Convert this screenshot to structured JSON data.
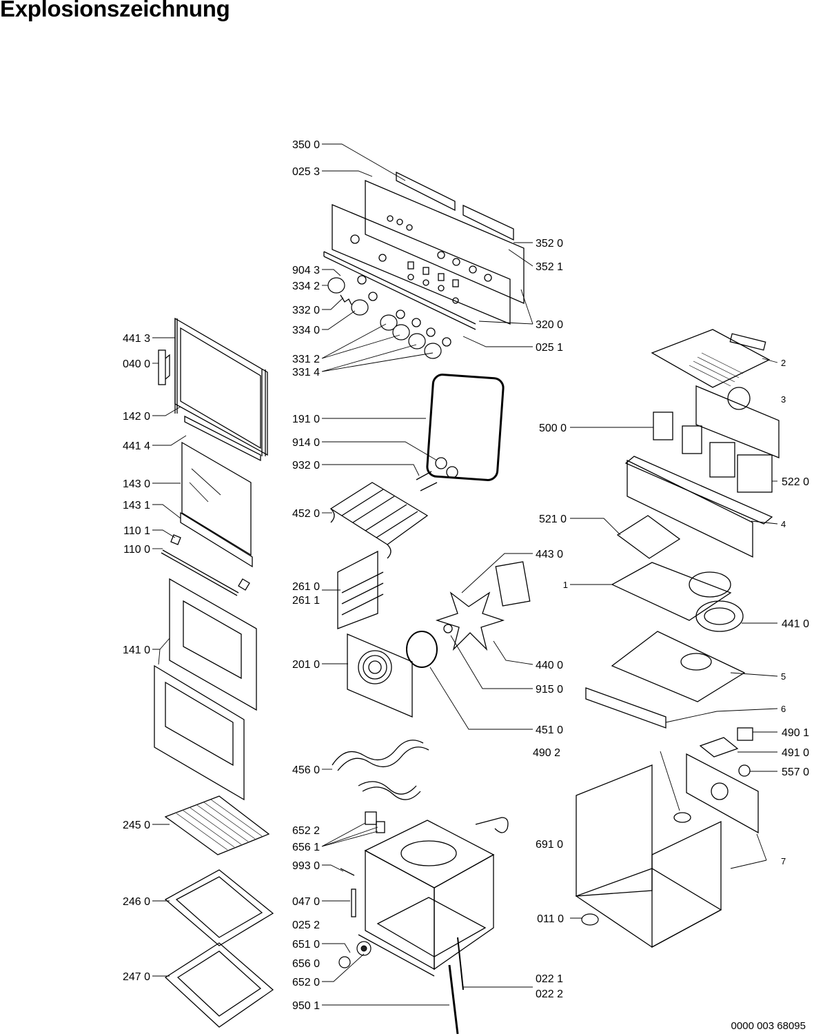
{
  "title": "Explosionszeichnung",
  "doc_id": "0000 003 68095",
  "labels": [
    {
      "id": "350-0",
      "text": "350 0"
    },
    {
      "id": "025-3",
      "text": "025 3"
    },
    {
      "id": "352-0",
      "text": "352 0"
    },
    {
      "id": "352-1",
      "text": "352 1"
    },
    {
      "id": "904-3",
      "text": "904 3"
    },
    {
      "id": "334-2",
      "text": "334 2"
    },
    {
      "id": "332-0",
      "text": "332 0"
    },
    {
      "id": "334-0",
      "text": "334 0"
    },
    {
      "id": "320-0",
      "text": "320 0"
    },
    {
      "id": "025-1",
      "text": "025 1"
    },
    {
      "id": "331-2",
      "text": "331 2"
    },
    {
      "id": "331-4",
      "text": "331 4"
    },
    {
      "id": "441-3",
      "text": "441 3"
    },
    {
      "id": "040-0",
      "text": "040 0"
    },
    {
      "id": "142-0",
      "text": "142 0"
    },
    {
      "id": "441-4",
      "text": "441 4"
    },
    {
      "id": "143-0",
      "text": "143 0"
    },
    {
      "id": "143-1",
      "text": "143 1"
    },
    {
      "id": "110-1",
      "text": "110 1"
    },
    {
      "id": "110-0",
      "text": "110 0"
    },
    {
      "id": "141-0",
      "text": "141 0"
    },
    {
      "id": "245-0",
      "text": "245 0"
    },
    {
      "id": "246-0",
      "text": "246 0"
    },
    {
      "id": "247-0",
      "text": "247 0"
    },
    {
      "id": "191-0",
      "text": "191 0"
    },
    {
      "id": "914-0",
      "text": "914 0"
    },
    {
      "id": "932-0",
      "text": "932 0"
    },
    {
      "id": "452-0",
      "text": "452 0"
    },
    {
      "id": "261-0",
      "text": "261 0"
    },
    {
      "id": "261-1",
      "text": "261 1"
    },
    {
      "id": "201-0",
      "text": "201 0"
    },
    {
      "id": "456-0",
      "text": "456 0"
    },
    {
      "id": "652-2",
      "text": "652 2"
    },
    {
      "id": "656-1",
      "text": "656 1"
    },
    {
      "id": "993-0",
      "text": "993 0"
    },
    {
      "id": "047-0",
      "text": "047 0"
    },
    {
      "id": "025-2",
      "text": "025 2"
    },
    {
      "id": "651-0",
      "text": "651 0"
    },
    {
      "id": "656-0",
      "text": "656 0"
    },
    {
      "id": "652-0",
      "text": "652 0"
    },
    {
      "id": "950-1",
      "text": "950 1"
    },
    {
      "id": "022-1",
      "text": "022 1"
    },
    {
      "id": "022-2",
      "text": "022 2"
    },
    {
      "id": "443-0",
      "text": "443 0"
    },
    {
      "id": "440-0",
      "text": "440 0"
    },
    {
      "id": "915-0",
      "text": "915 0"
    },
    {
      "id": "451-0",
      "text": "451 0"
    },
    {
      "id": "490-2",
      "text": "490 2"
    },
    {
      "id": "691-0",
      "text": "691 0"
    },
    {
      "id": "011-0",
      "text": "011 0"
    },
    {
      "id": "500-0",
      "text": "500 0"
    },
    {
      "id": "521-0",
      "text": "521 0"
    },
    {
      "id": "522-0",
      "text": "522 0"
    },
    {
      "id": "441-0",
      "text": "441 0"
    },
    {
      "id": "490-1",
      "text": "490 1"
    },
    {
      "id": "491-0",
      "text": "491 0"
    },
    {
      "id": "557-0",
      "text": "557 0"
    },
    {
      "id": "n-1",
      "text": "1"
    },
    {
      "id": "n-2",
      "text": "2"
    },
    {
      "id": "n-3",
      "text": "3"
    },
    {
      "id": "n-4",
      "text": "4"
    },
    {
      "id": "n-5",
      "text": "5"
    },
    {
      "id": "n-6",
      "text": "6"
    },
    {
      "id": "n-7",
      "text": "7"
    }
  ]
}
